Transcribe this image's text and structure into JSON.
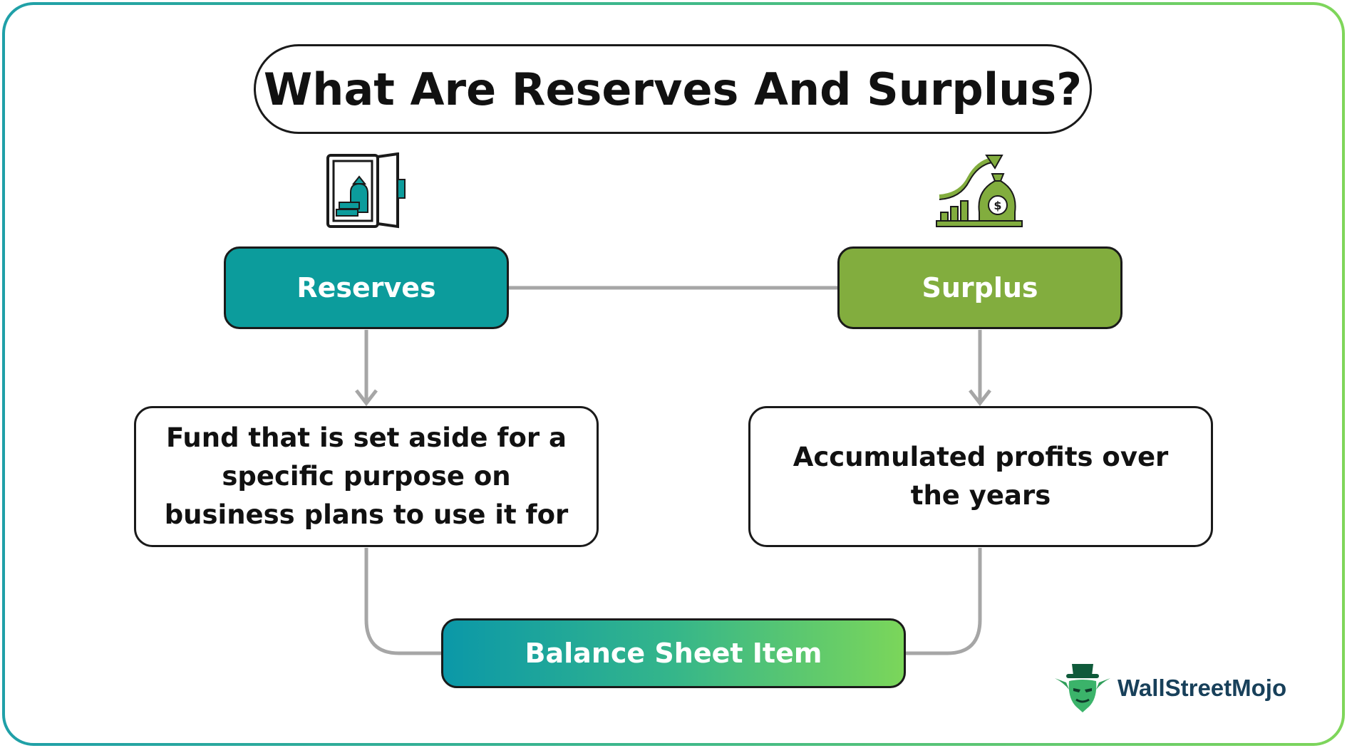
{
  "title": "What Are Reserves And Surplus?",
  "reserves": {
    "label": "Reserves",
    "description": "Fund that is set aside for a specific purpose on business plans to use it for",
    "icon": "safe-with-money-bag-icon"
  },
  "surplus": {
    "label": "Surplus",
    "description": "Accumulated profits over the years",
    "icon": "money-bag-growth-chart-icon"
  },
  "balance": {
    "label": "Balance Sheet Item"
  },
  "brand": {
    "name": "WallStreetMojo",
    "icon": "wallstreetmojo-logo-icon"
  },
  "colors": {
    "teal": "#0c9c9c",
    "green": "#82ad3e",
    "connector": "#a6a6a6",
    "outline": "#1a1a1a"
  }
}
